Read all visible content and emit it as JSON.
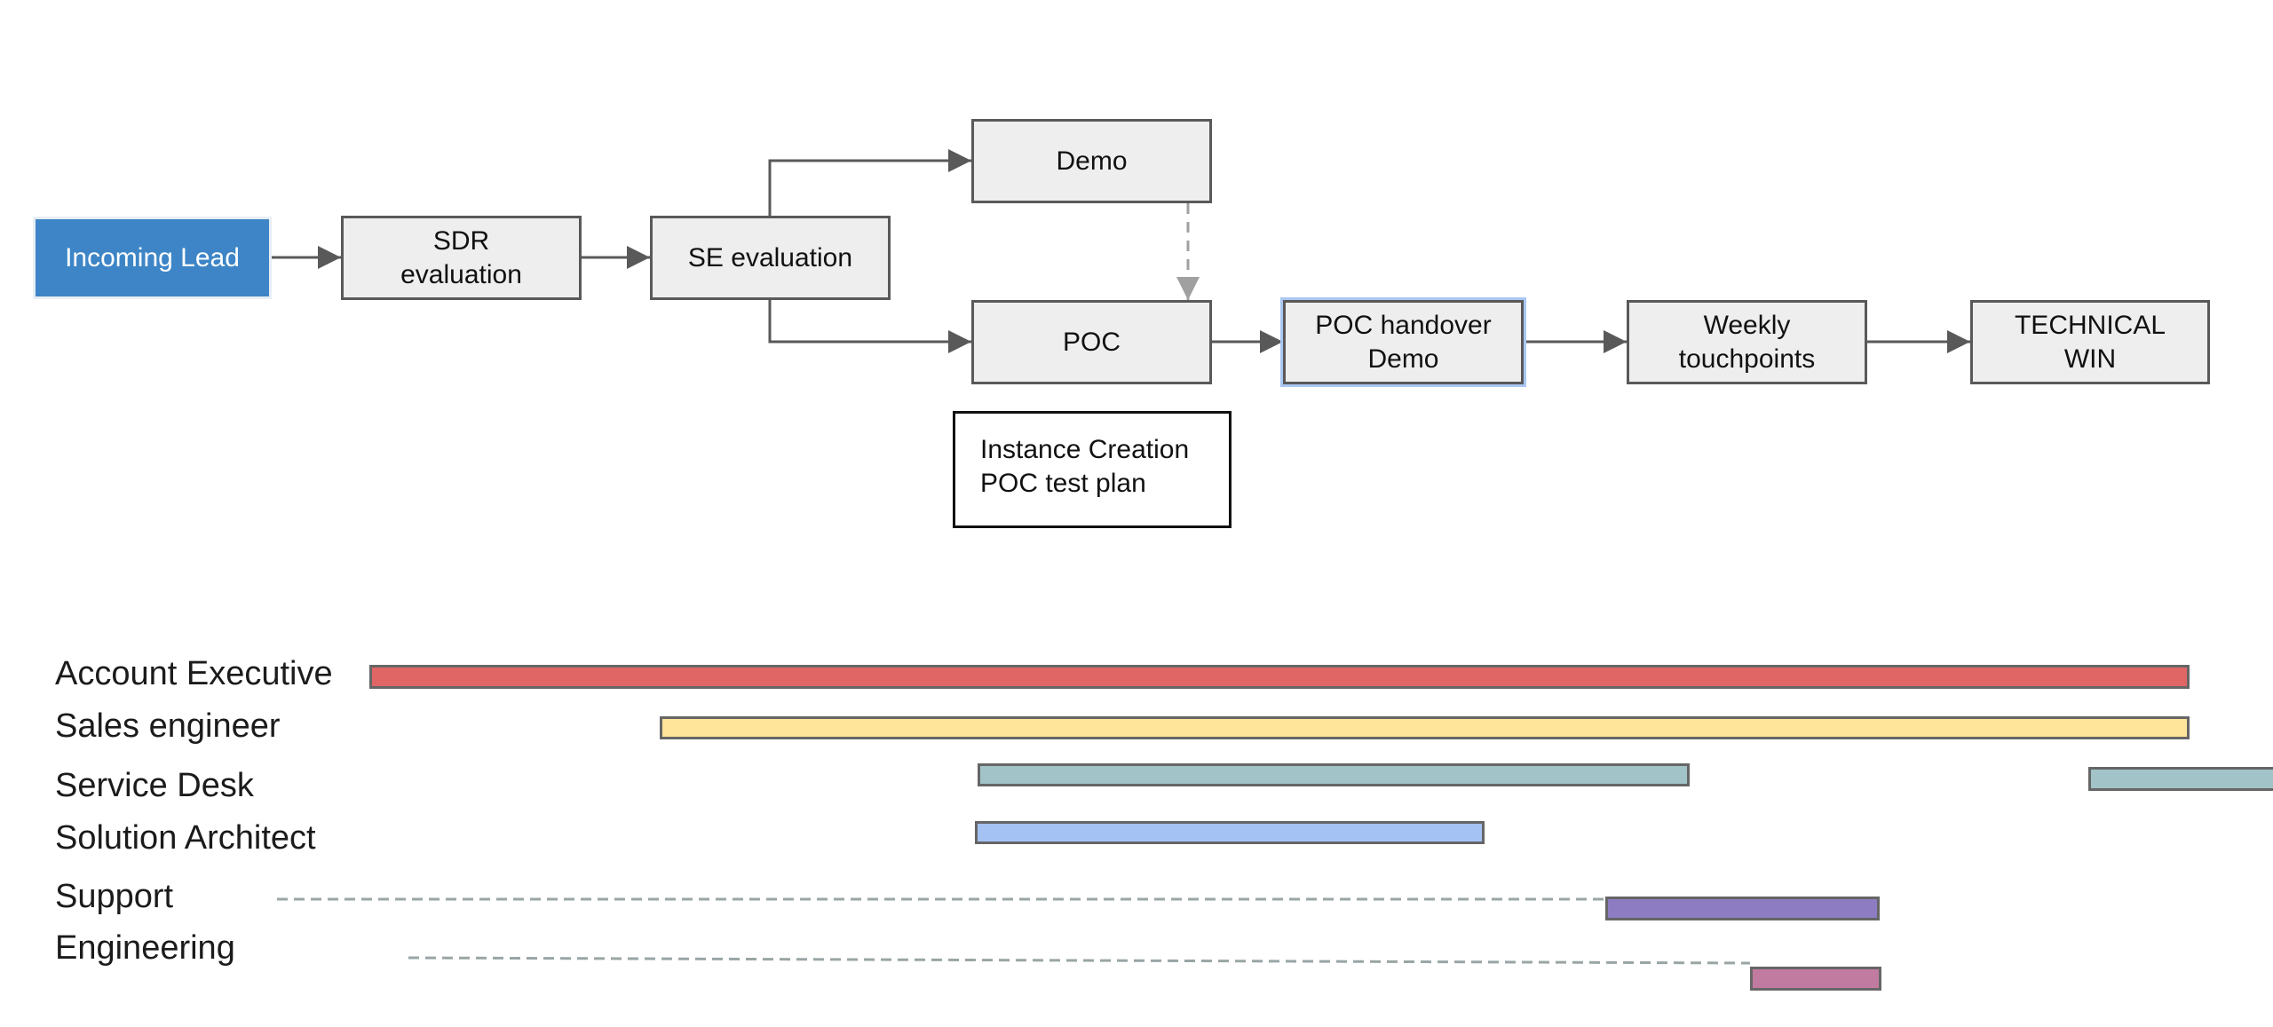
{
  "flow": {
    "nodes": [
      {
        "id": "incoming-lead",
        "label": "Incoming Lead",
        "type": "start"
      },
      {
        "id": "sdr-evaluation",
        "label": "SDR\nevaluation"
      },
      {
        "id": "se-evaluation",
        "label": "SE evaluation"
      },
      {
        "id": "demo",
        "label": "Demo"
      },
      {
        "id": "poc",
        "label": "POC"
      },
      {
        "id": "poc-handover-demo",
        "label": "POC handover\nDemo",
        "selected": true
      },
      {
        "id": "weekly-touchpoints",
        "label": "Weekly\ntouchpoints"
      },
      {
        "id": "technical-win",
        "label": "TECHNICAL\nWIN"
      }
    ],
    "note": {
      "label": "Instance Creation\nPOC test plan"
    },
    "edges": [
      {
        "from": "incoming-lead",
        "to": "sdr-evaluation",
        "style": "solid"
      },
      {
        "from": "sdr-evaluation",
        "to": "se-evaluation",
        "style": "solid"
      },
      {
        "from": "se-evaluation",
        "to": "demo",
        "style": "solid"
      },
      {
        "from": "se-evaluation",
        "to": "poc",
        "style": "solid"
      },
      {
        "from": "demo",
        "to": "poc",
        "style": "dashed"
      },
      {
        "from": "poc",
        "to": "poc-handover-demo",
        "style": "solid"
      },
      {
        "from": "poc-handover-demo",
        "to": "weekly-touchpoints",
        "style": "solid"
      },
      {
        "from": "weekly-touchpoints",
        "to": "technical-win",
        "style": "solid"
      }
    ]
  },
  "lanes": [
    {
      "label": "Account Executive",
      "color": "#e06666"
    },
    {
      "label": "Sales engineer",
      "color": "#ffe599"
    },
    {
      "label": "Service Desk",
      "color": "#a2c4c9"
    },
    {
      "label": "Solution Architect",
      "color": "#a4c2f4"
    },
    {
      "label": "Support",
      "color": "#8e7cc3",
      "lead_in": "dashed"
    },
    {
      "label": "Engineering",
      "color": "#c27ba0",
      "lead_in": "dashed"
    }
  ],
  "colors": {
    "start_node": "#3d85c6",
    "node_fill": "#eeeeee",
    "node_border": "#595959",
    "connector": "#595959",
    "dashed_connector": "#999999",
    "selection": "#a9c7f2"
  }
}
